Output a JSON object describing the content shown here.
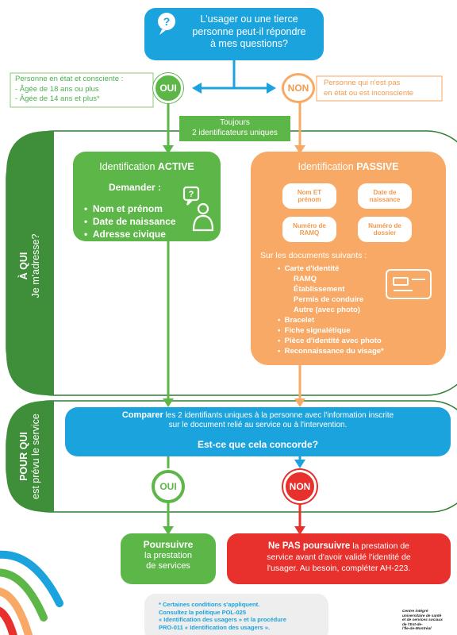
{
  "colors": {
    "blue": "#1ba3dd",
    "green": "#5db748",
    "dark_green": "#3f8e3a",
    "orange": "#f9a966",
    "red": "#e8312d",
    "frame_green": "#2e7d32"
  },
  "question": {
    "text_line1": "L'usager ou une tierce",
    "text_line2": "personne peut-il répondre",
    "text_line3": "à mes questions?",
    "icon": "question-speech-icon"
  },
  "left_condition": {
    "line1": "Personne en état et consciente :",
    "line2": "- Âgée de 18 ans ou plus",
    "line3": "- Âgée de 14 ans et plus*"
  },
  "right_condition": {
    "line1": "Personne qui n'est pas",
    "line2": "en état ou est inconsciente"
  },
  "oui_label": "OUI",
  "non_label": "NON",
  "unique_ids": {
    "line1": "Toujours",
    "line2": "2 identificateurs uniques"
  },
  "section_a": {
    "line1": "À QUI",
    "line2": "Je m'adresse?"
  },
  "section_b": {
    "line1": "POUR QUI",
    "line2": "est prévu le service"
  },
  "active": {
    "title_prefix": "Identification ",
    "title_strong": "ACTIVE",
    "ask": "Demander :",
    "items": [
      "Nom et prénom",
      "Date de naissance",
      "Adresse civique"
    ],
    "icon": "person-question-icon"
  },
  "passive": {
    "title_prefix": "Identification ",
    "title_strong": "PASSIVE",
    "pills": [
      {
        "line1": "Nom ET",
        "line2": "prénom"
      },
      {
        "line1": "Date de",
        "line2": "naissance"
      },
      {
        "line1": "Numéro de",
        "line2": "RAMQ"
      },
      {
        "line1": "Numéro de",
        "line2": "dossier"
      }
    ],
    "docs_intro": "Sur les documents suivants :",
    "card_label": "Carte d'identité",
    "card_subitems": [
      "RAMQ",
      "Établissement",
      "Permis de conduire",
      "Autre (avec photo)"
    ],
    "other_items": [
      "Bracelet",
      "Fiche signalétique",
      "Pièce d'identité avec photo",
      "Reconnaissance du visage*"
    ],
    "icon": "id-card-icon"
  },
  "compare": {
    "strong": "Comparer",
    "rest_line1": " les 2 identifiants uniques à la personne avec l'information inscrite",
    "line2": "sur le document relié au service ou à l'intervention.",
    "question": "Est-ce que cela concorde?"
  },
  "result_yes": {
    "strong": "Poursuivre",
    "line2": "la prestation",
    "line3": "de services"
  },
  "result_no": {
    "strong": "Ne PAS poursuivre",
    "rest_line1": " la prestation de",
    "line2": "service avant d'avoir validé l'identité de",
    "line3": "l'usager. Au besoin, compléter AH-223."
  },
  "footnote": {
    "line1": "* Certaines conditions s'appliquent.",
    "line2": "Consultez la politique POL-025",
    "line3": "« Identification des usagers » et la procédure",
    "line4": "PRO-011 « Identification des usagers »."
  },
  "org": {
    "line1": "Centre intégré",
    "line2": "universitaire de santé",
    "line3": "et de services sociaux",
    "line4": "de l'Est-de-",
    "line5": "l'Île-de-Montréal"
  }
}
